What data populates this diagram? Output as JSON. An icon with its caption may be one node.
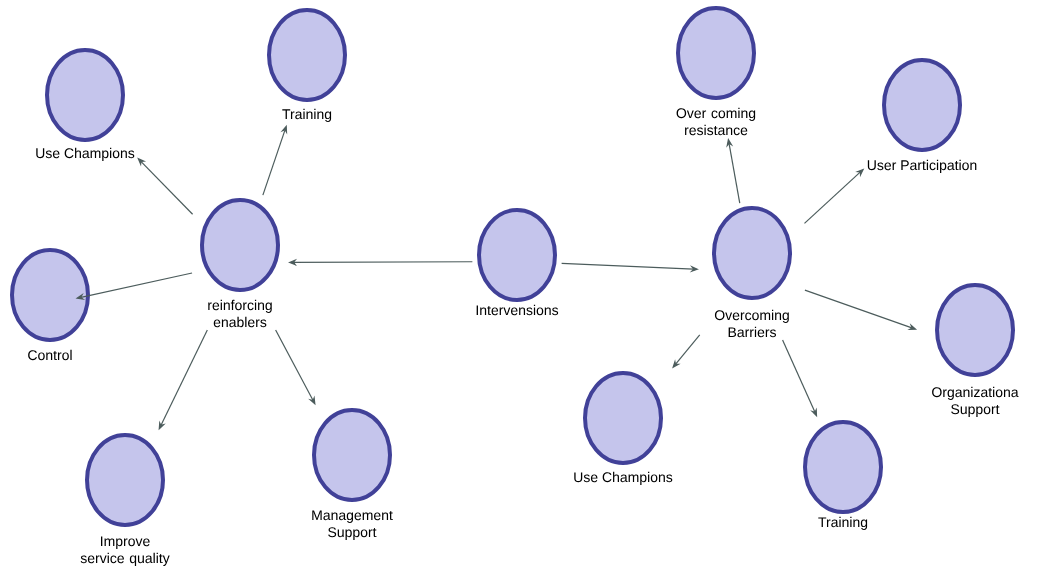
{
  "diagram": {
    "nodes": [
      {
        "text": [
          "Intervensions"
        ]
      },
      {
        "text": [
          "reinforcing enablers"
        ]
      },
      {
        "text": [
          "Overcoming Barriers"
        ]
      },
      {
        "text": [
          "Use Champions"
        ]
      },
      {
        "text": [
          "Training"
        ]
      },
      {
        "text": [
          "Control"
        ]
      },
      {
        "text": [
          "Improve service quality"
        ]
      },
      {
        "text": [
          "Management Support"
        ]
      },
      {
        "text": [
          "Over coming resistance"
        ]
      },
      {
        "text": [
          "User Participation"
        ]
      },
      {
        "text": [
          "Organizationa Support"
        ]
      },
      {
        "text": [
          "Use Champions"
        ]
      },
      {
        "text": [
          "Training"
        ]
      }
    ],
    "edges": [
      {
        "from": 0,
        "to": 1,
        "arrow": "to"
      },
      {
        "from": 0,
        "to": 2,
        "arrow": "to"
      },
      {
        "from": 1,
        "to": 3,
        "arrow": "to"
      },
      {
        "from": 1,
        "to": 4,
        "arrow": "to"
      },
      {
        "from": 1,
        "to": 5,
        "arrow": "to"
      },
      {
        "from": 1,
        "to": 6,
        "arrow": "to"
      },
      {
        "from": 1,
        "to": 7,
        "arrow": "to"
      },
      {
        "from": 2,
        "to": 8,
        "arrow": "to"
      },
      {
        "from": 2,
        "to": 9,
        "arrow": "to"
      },
      {
        "from": 2,
        "to": 10,
        "arrow": "to"
      },
      {
        "from": 2,
        "to": 11,
        "arrow": "to"
      },
      {
        "from": 2,
        "to": 12,
        "arrow": "to"
      }
    ]
  }
}
